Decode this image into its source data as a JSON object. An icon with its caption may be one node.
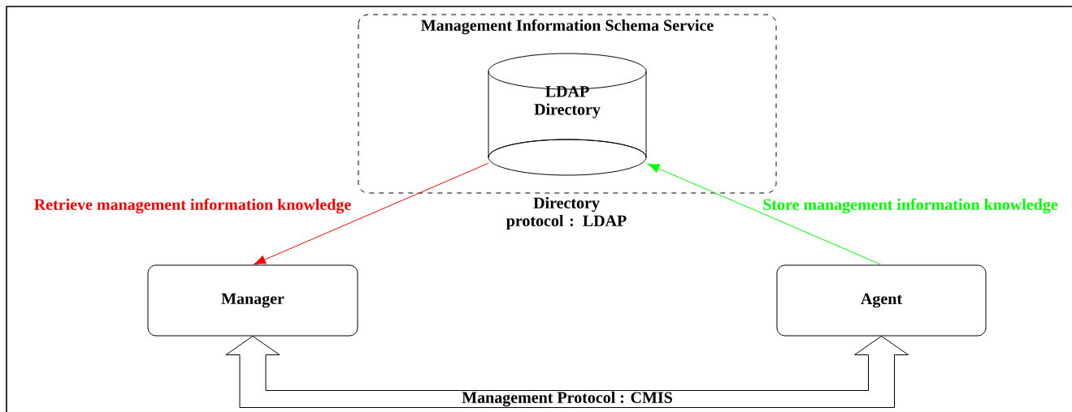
{
  "diagram": {
    "nodes": [
      {
        "text": [
          "Management Information Schema Service"
        ]
      },
      {
        "text": [
          "LDAP Directory"
        ],
        "in": 0
      },
      {
        "text": [
          "Manager"
        ]
      },
      {
        "text": [
          "Agent"
        ]
      }
    ],
    "edges": [
      {
        "from": 1,
        "to": 2,
        "arrow": "to",
        "color": "#ff0000",
        "label": "Retrieve management information knowledge"
      },
      {
        "from": 3,
        "to": 1,
        "arrow": "to",
        "color": "#00ff00",
        "label": "Store management information knowledge"
      },
      {
        "from": 2,
        "to": 3,
        "arrow": "both",
        "label": "Management Protocol : CMIS"
      }
    ],
    "labels": [
      "Directory protocol : LDAP"
    ]
  }
}
